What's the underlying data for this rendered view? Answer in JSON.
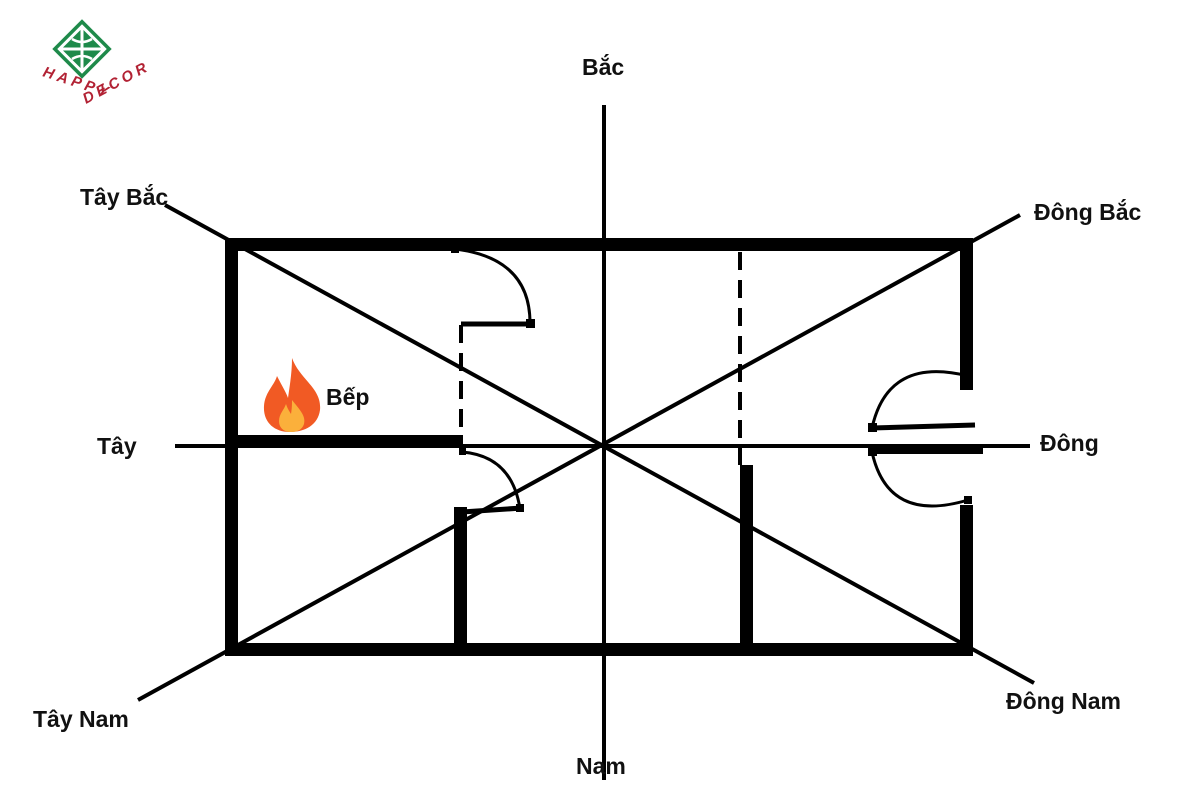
{
  "brand": {
    "name": "HAPPY DECOR",
    "line1": "HAPPY",
    "line2": "DECOR",
    "text_color": "#b22234",
    "mark_color": "#1e8a4a"
  },
  "directions": {
    "north": "Bắc",
    "south": "Nam",
    "east": "Đông",
    "west": "Tây",
    "northeast": "Đông Bắc",
    "northwest": "Tây Bắc",
    "southeast": "Đông Nam",
    "southwest": "Tây Nam"
  },
  "rooms": {
    "kitchen": "Bếp"
  },
  "icons": {
    "kitchen": "fire-icon"
  },
  "colors": {
    "ink": "#000000",
    "background": "#ffffff",
    "flame_outer": "#f15a24",
    "flame_inner": "#fbb03b"
  }
}
